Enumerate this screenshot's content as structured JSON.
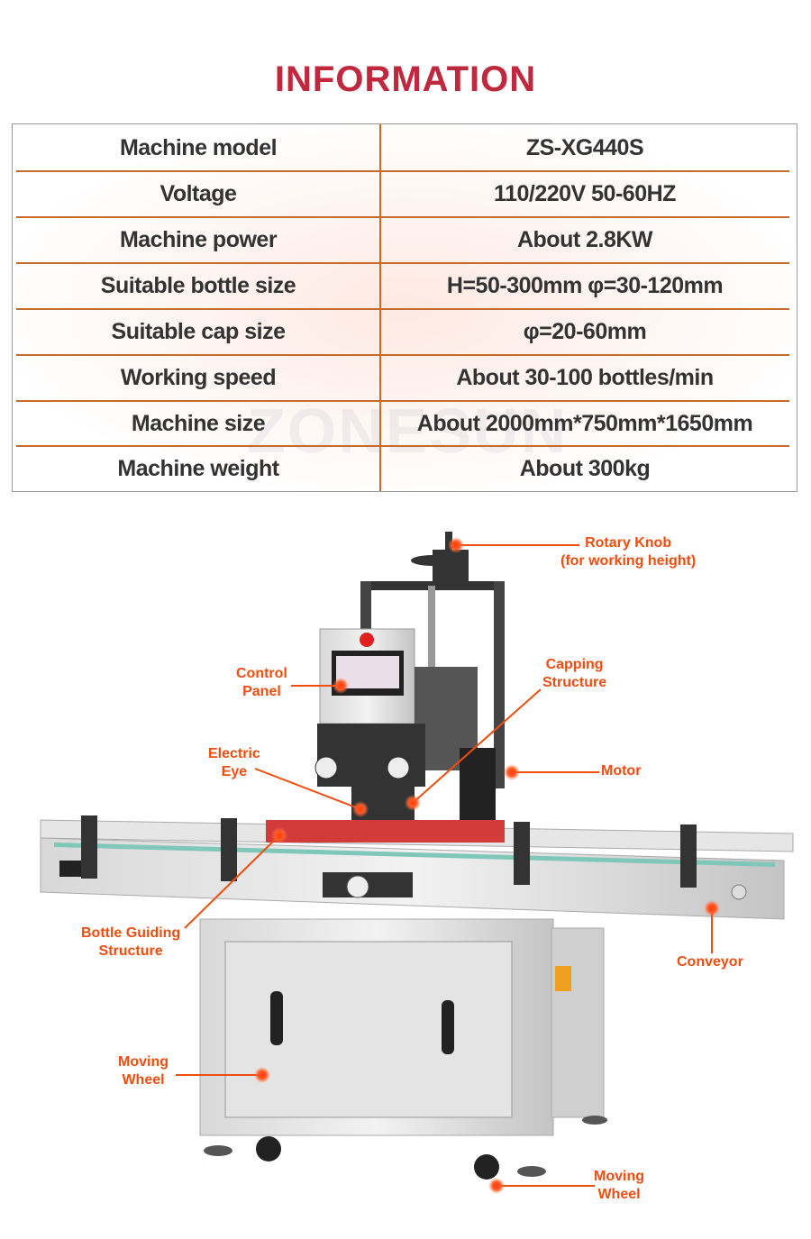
{
  "title": "INFORMATION",
  "specs": [
    {
      "label": "Machine model",
      "value": "ZS-XG440S"
    },
    {
      "label": "Voltage",
      "value": "110/220V 50-60HZ"
    },
    {
      "label": "Machine power",
      "value": "About 2.8KW"
    },
    {
      "label": "Suitable bottle size",
      "value": "H=50-300mm φ=30-120mm"
    },
    {
      "label": "Suitable cap size",
      "value": "φ=20-60mm"
    },
    {
      "label": "Working speed",
      "value": "About 30-100 bottles/min"
    },
    {
      "label": "Machine size",
      "value": "About 2000mm*750mm*1650mm"
    },
    {
      "label": "Machine weight",
      "value": "About 300kg"
    }
  ],
  "watermark": "ZONESUN",
  "callouts": {
    "rotary_knob": [
      "Rotary Knob",
      "(for working height)"
    ],
    "control_panel": [
      "Control",
      "Panel"
    ],
    "capping_structure": [
      "Capping",
      "Structure"
    ],
    "electric_eye": [
      "Electric",
      "Eye"
    ],
    "motor": [
      "Motor"
    ],
    "bottle_guiding": [
      "Bottle Guiding",
      "Structure"
    ],
    "conveyor": [
      "Conveyor"
    ],
    "moving_wheel_left": [
      "Moving",
      "Wheel"
    ],
    "moving_wheel_right": [
      "Moving",
      "Wheel"
    ]
  },
  "colors": {
    "title": "#c0283e",
    "rule": "#c86a2a",
    "callout": "#f04d10"
  }
}
